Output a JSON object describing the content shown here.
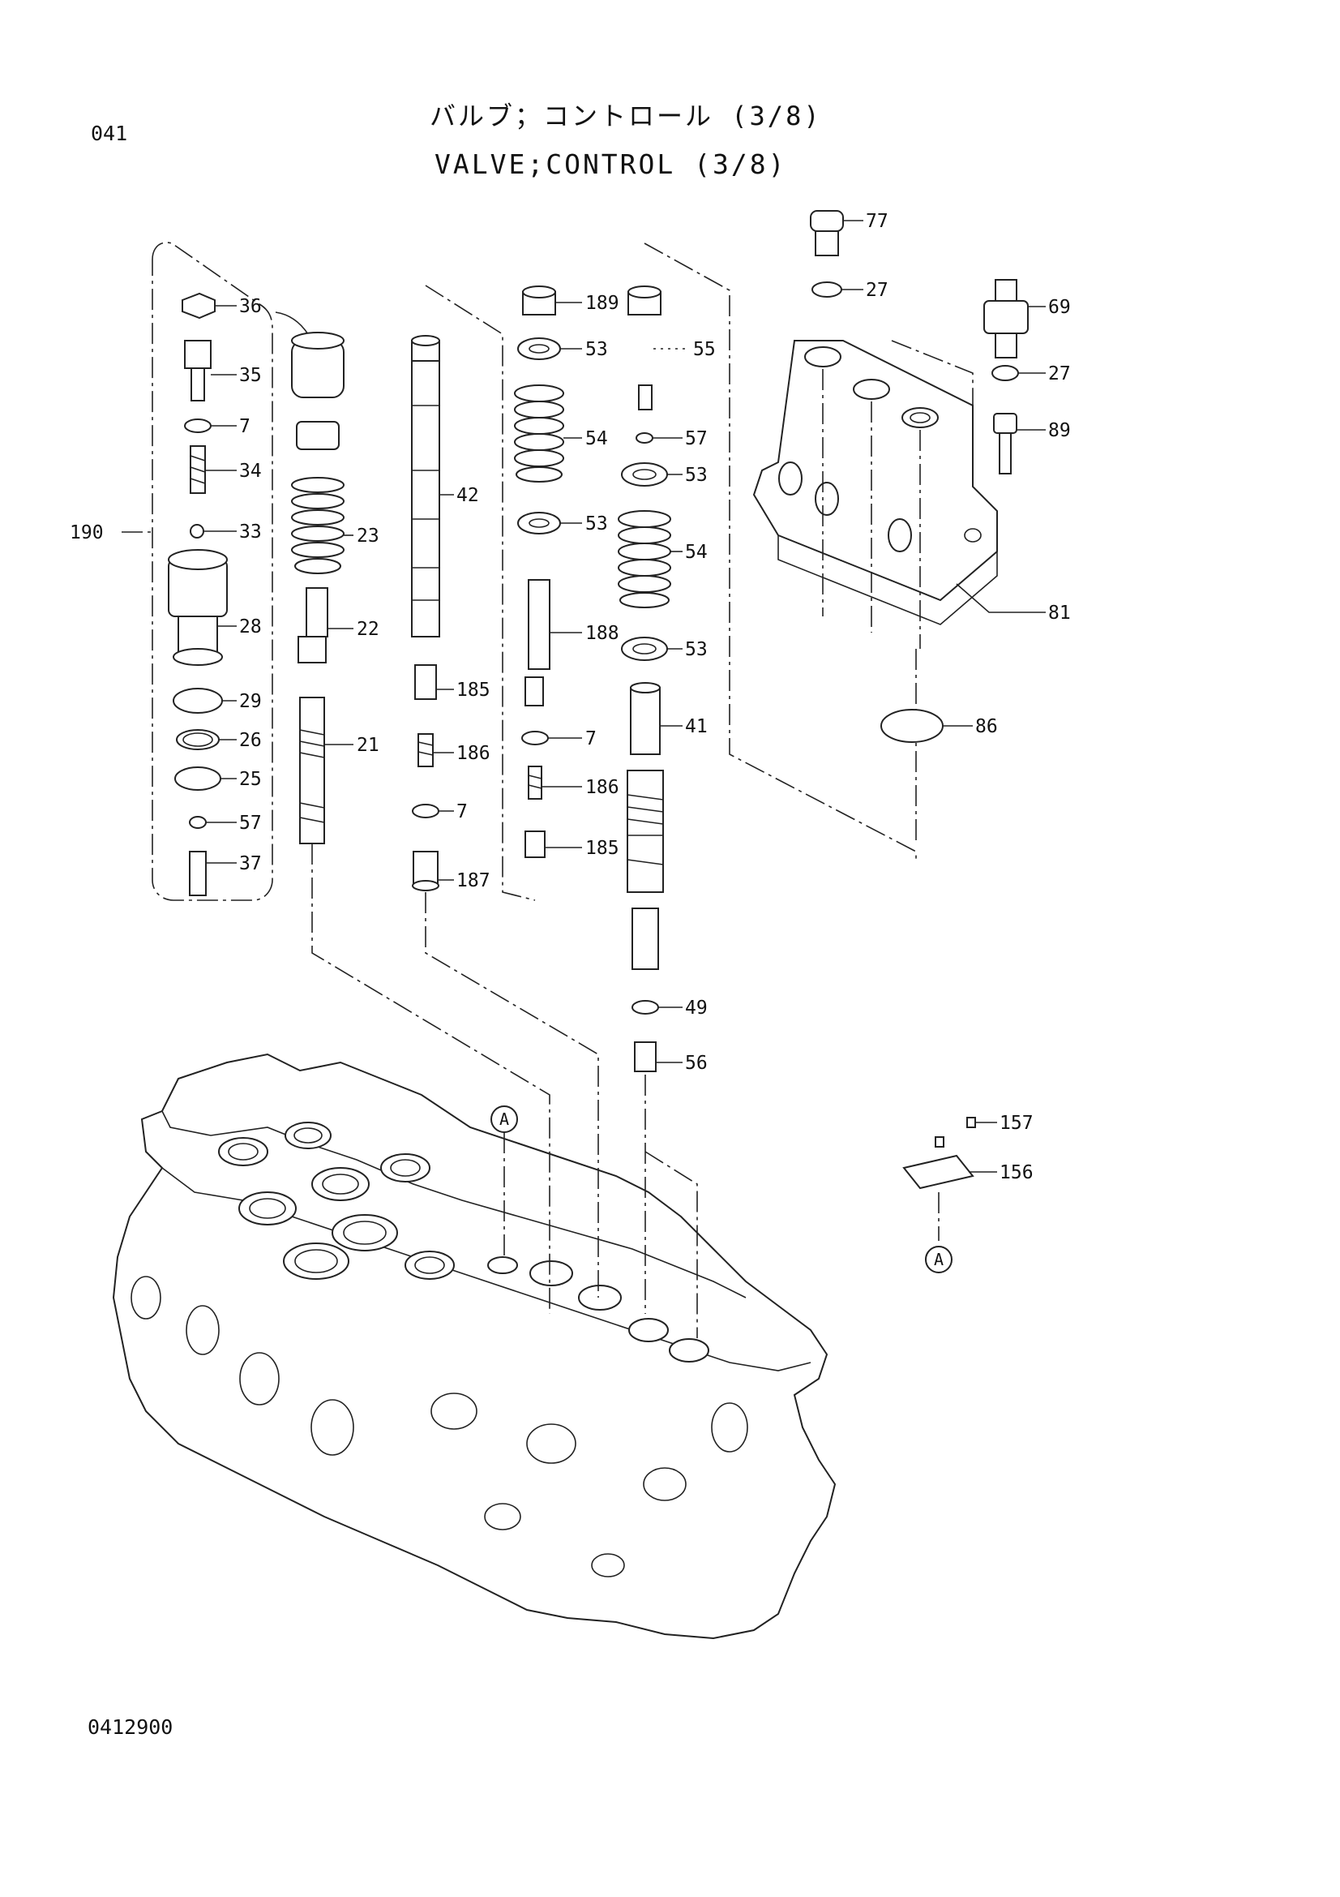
{
  "page_number": "041",
  "title_jp": "バルブ；コントロール (3/8)",
  "title_en": "VALVE;CONTROL (3/8)",
  "drawing_number": "0412900",
  "reference_marker": "A",
  "callouts": {
    "c36": "36",
    "c35": "35",
    "c7a": "7",
    "c34": "34",
    "c190": "190",
    "c33": "33",
    "c28": "28",
    "c29": "29",
    "c26": "26",
    "c25": "25",
    "c57a": "57",
    "c37": "37",
    "c23": "23",
    "c22": "22",
    "c21": "21",
    "c42": "42",
    "c185a": "185",
    "c186a": "186",
    "c7b": "7",
    "c187": "187",
    "c189": "189",
    "c53a": "53",
    "c54a": "54",
    "c53b": "53",
    "c188": "188",
    "c7c": "7",
    "c186b": "186",
    "c185b": "185",
    "c55": "55",
    "c57b": "57",
    "c53c": "53",
    "c54b": "54",
    "c53d": "53",
    "c41": "41",
    "c49": "49",
    "c56": "56",
    "c77": "77",
    "c27a": "27",
    "c69": "69",
    "c27b": "27",
    "c89": "89",
    "c81": "81",
    "c86": "86",
    "c157": "157",
    "c156": "156"
  }
}
